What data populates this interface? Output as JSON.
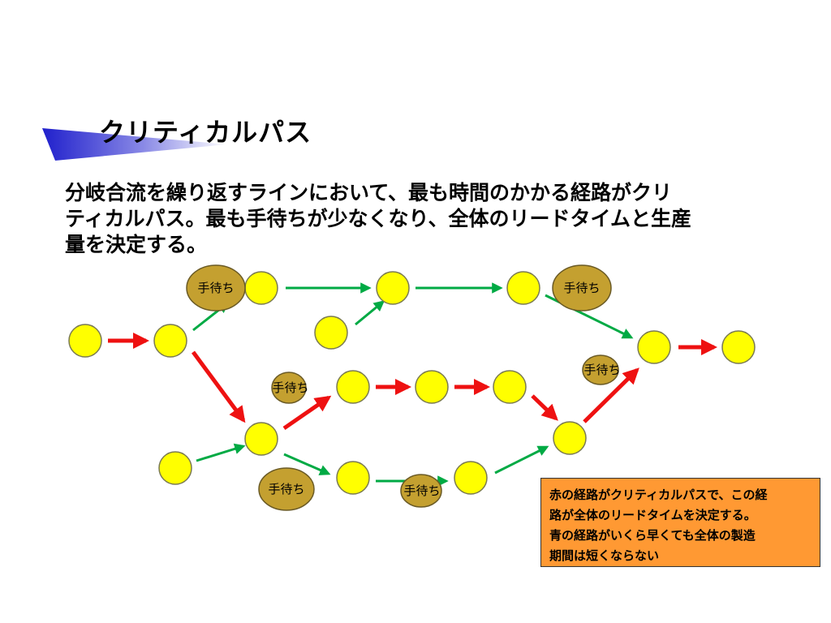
{
  "slide": {
    "title": "クリティカルパス",
    "body_lines": [
      "分岐合流を繰り返すラインにおいて、最も時間のかかる経路がクリ",
      "ティカルパス。最も手待ちが少なくなり、全体のリードタイムと生産",
      "量を決定する。"
    ]
  },
  "diagram": {
    "wait_label": "手待ち",
    "colors": {
      "critical_arrow": "#ee1111",
      "normal_arrow": "#00aa44",
      "node": "#ffff00",
      "wait_bubble": "#c4a030",
      "title_accent": "#2a2ad0"
    }
  },
  "note": {
    "lines": [
      "赤の経路がクリティカルパスで、この経",
      "路が全体のリードタイムを決定する。",
      "青の経路がいくら早くても全体の製造",
      "期間は短くならない"
    ]
  }
}
